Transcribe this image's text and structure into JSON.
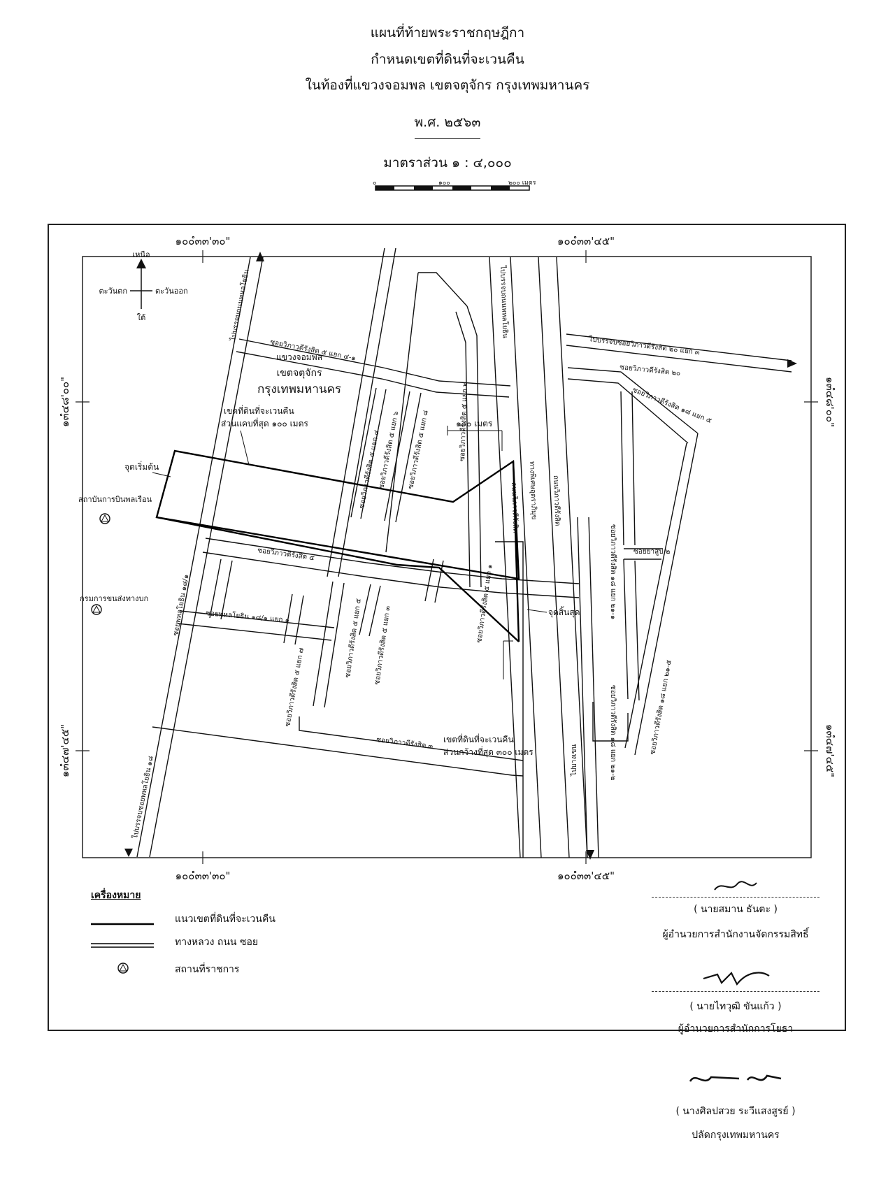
{
  "header": {
    "line1": "แผนที่ท้ายพระราชกฤษฎีกา",
    "line2": "กำหนดเขตที่ดินที่จะเวนคืน",
    "line3": "ในท้องที่แขวงจอมพล เขตจตุจักร กรุงเทพมหานคร",
    "year": "พ.ศ. ๒๕๖๓",
    "scale": "มาตราส่วน ๑ : ๔,๐๐๐"
  },
  "scalebar": {
    "tick0": "๐",
    "tick1": "๑๐๐",
    "tick2": "๒๐๐ เมตร"
  },
  "map": {
    "coords": {
      "top_left": "๑๐๐ํ๓๓'๓๐\"",
      "top_right": "๑๐๐ํ๓๓'๔๕\"",
      "bottom_left": "๑๐๐ํ๓๓'๓๐\"",
      "bottom_right": "๑๐๐ํ๓๓'๔๕\"",
      "left_upper": "๑๓ํ๔๘'๐๐\"",
      "left_lower": "๑๓ํ๔๗'๔๕\"",
      "right_upper": "๑๓ํ๔๘'๐๐\"",
      "right_lower": "๑๓ํ๔๗'๔๕\""
    },
    "compass": {
      "north": "เหนือ",
      "south": "ใต้",
      "east": "ตะวันออก",
      "west": "ตะวันตก"
    },
    "district": {
      "subdistrict": "แขวงจอมพล",
      "district": "เขตจตุจักร",
      "city": "กรุงเทพมหานคร"
    },
    "notes": {
      "narrow_1": "เขตที่ดินที่จะเวนคืน",
      "narrow_2": "ส่วนแคบที่สุด ๑๐๐ เมตร",
      "wide_1": "เขตที่ดินที่จะเวนคืน",
      "wide_2": "ส่วนกว้างที่สุด ๓๐๐ เมตร",
      "start": "จุดเริ่มต้น",
      "end": "จุดสิ้นสุด",
      "dim": "๑๐๐ เมตร"
    },
    "places": {
      "air_force": "สถาบันการบินพลเรือน",
      "land_transport": "กรมการขนส่งทางบก"
    },
    "roads": {
      "to_phahon_top": "ไปบรรจบถนนพหลโยธิน",
      "to_phahon_bottom": "ไปบรรจบซอยพหลโยธิน ๑๘",
      "to_vibhavadi": "ไปบรรจบถนนพหลโยธิน",
      "to_soi20_3": "ไปบรรจบซอยวิภาวดีรังสิต ๒๐ แยก ๓",
      "to_bangkhen": "ไปบางเขน",
      "soi5_4_1": "ซอยวิภาวดีรังสิต ๕ แยก ๔-๑",
      "soi5": "ซอยวิภาวดีรังสิต ๕",
      "soi3": "ซอยวิภาวดีรังสิต ๓",
      "soi20": "ซอยวิภาวดีรังสิต ๒๐",
      "soi18_5": "ซอยวิภาวดีรังสิต ๑๘ แยก ๕",
      "soi5_4": "ซอยวิภาวดีรังสิต ๕ แยก ๔",
      "soi5_6": "ซอยวิภาวดีรังสิต ๕ แยก ๖",
      "soi5_8": "ซอยวิภาวดีรังสิต ๕ แยก ๘",
      "soi5_2": "ซอยวิภาวดีรังสิต ๕ แยก ๒",
      "soi5_1": "ซอยวิภาวดีรังสิต ๕ แยก ๑",
      "soi5_5": "ซอยวิภาวดีรังสิต ๕ แยก ๕",
      "soi5_3": "ซอยวิภาวดีรังสิต ๕ แยก ๓",
      "soi5_7": "ซอยวิภาวดีรังสิต ๕ แยก ๗",
      "soi18_1_1": "ซอยพหลโยธิน ๑๘/๑ แยก ๑",
      "soi18_1": "ซอยพหลโยธิน ๑๘/๑",
      "soi18_21_1": "ซอยวิภาวดีรังสิต ๑๘ แยก ๒๑-๑",
      "soi18_21_2": "ซอยวิภาวดีรังสิต ๑๘ แยก ๒๑-๒",
      "soi18_21_5": "ซอยวิภาวดีรังสิต ๑๘ แยก ๒๑-๕",
      "soi_yasub2": "ซอยยาสูบ ๒",
      "vibhavadi_left": "ถนนวิภาวดีรังสิต",
      "tollway": "ทางพิเศษอุตราภิมุข",
      "vibhavadi_right": "ถนนวิภาวดีรังสิต"
    }
  },
  "legend": {
    "title": "เครื่องหมาย",
    "item1": "แนวเขตที่ดินที่จะเวนคืน",
    "item2": "ทางหลวง ถนน ซอย",
    "item3": "สถานที่ราชการ"
  },
  "signatures": [
    {
      "name": "( นายสมาน ธันตะ )",
      "title": "ผู้อำนวยการสำนักงานจัดกรรมสิทธิ์"
    },
    {
      "name": "( นายไทวุฒิ ขันแก้ว )",
      "title": "ผู้อำนวยการสำนักการโยธา"
    },
    {
      "name": "( นางศิลปสวย ระวีแสงสูรย์ )",
      "title": "ปลัดกรุงเทพมหานคร"
    }
  ]
}
